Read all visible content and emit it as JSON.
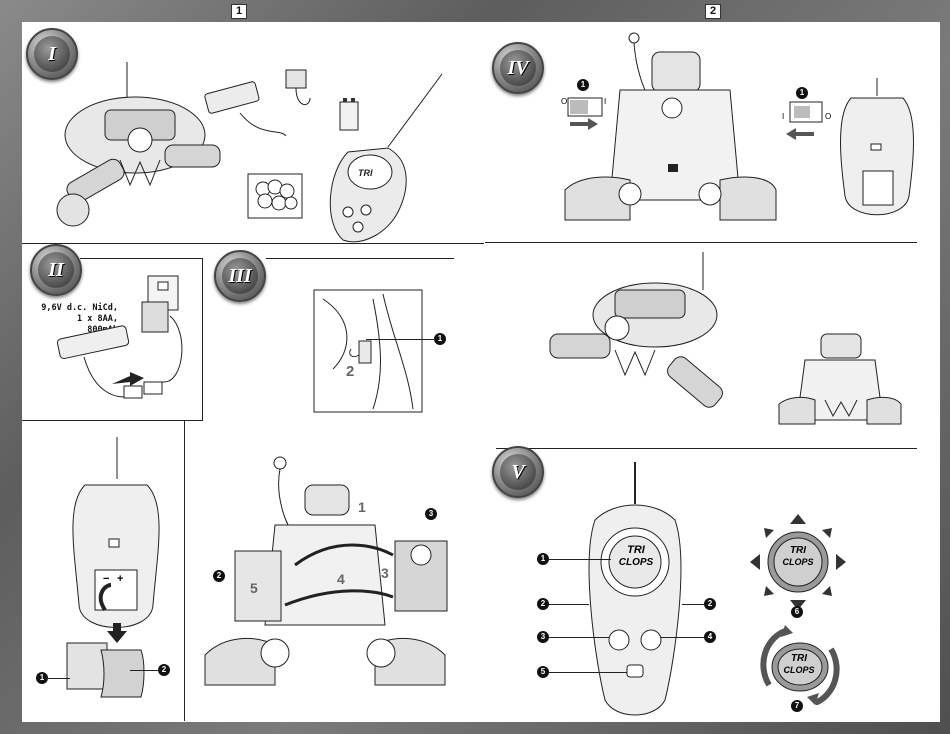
{
  "pages": [
    "1",
    "2"
  ],
  "sections": {
    "s1": "I",
    "s2": "II",
    "s3": "III",
    "s4": "IV",
    "s5": "V"
  },
  "battery_spec": [
    "9,6V d.c. NiCd,",
    "1 x 8AA,",
    "800mAh"
  ],
  "remote_logo": [
    "TRI",
    "CLOPS"
  ],
  "callouts": {
    "c1": "1",
    "c2": "2",
    "c3": "3",
    "c4": "4",
    "c5": "5",
    "c6": "6",
    "c7": "7"
  },
  "step_labels": {
    "big1": "1",
    "big2": "2",
    "big3": "3",
    "big4": "4",
    "big5": "5",
    "sw2": "2"
  },
  "battery_symbols": {
    "minus": "−",
    "plus": "+"
  },
  "switch_labels": {
    "off": "O",
    "on": "I"
  }
}
